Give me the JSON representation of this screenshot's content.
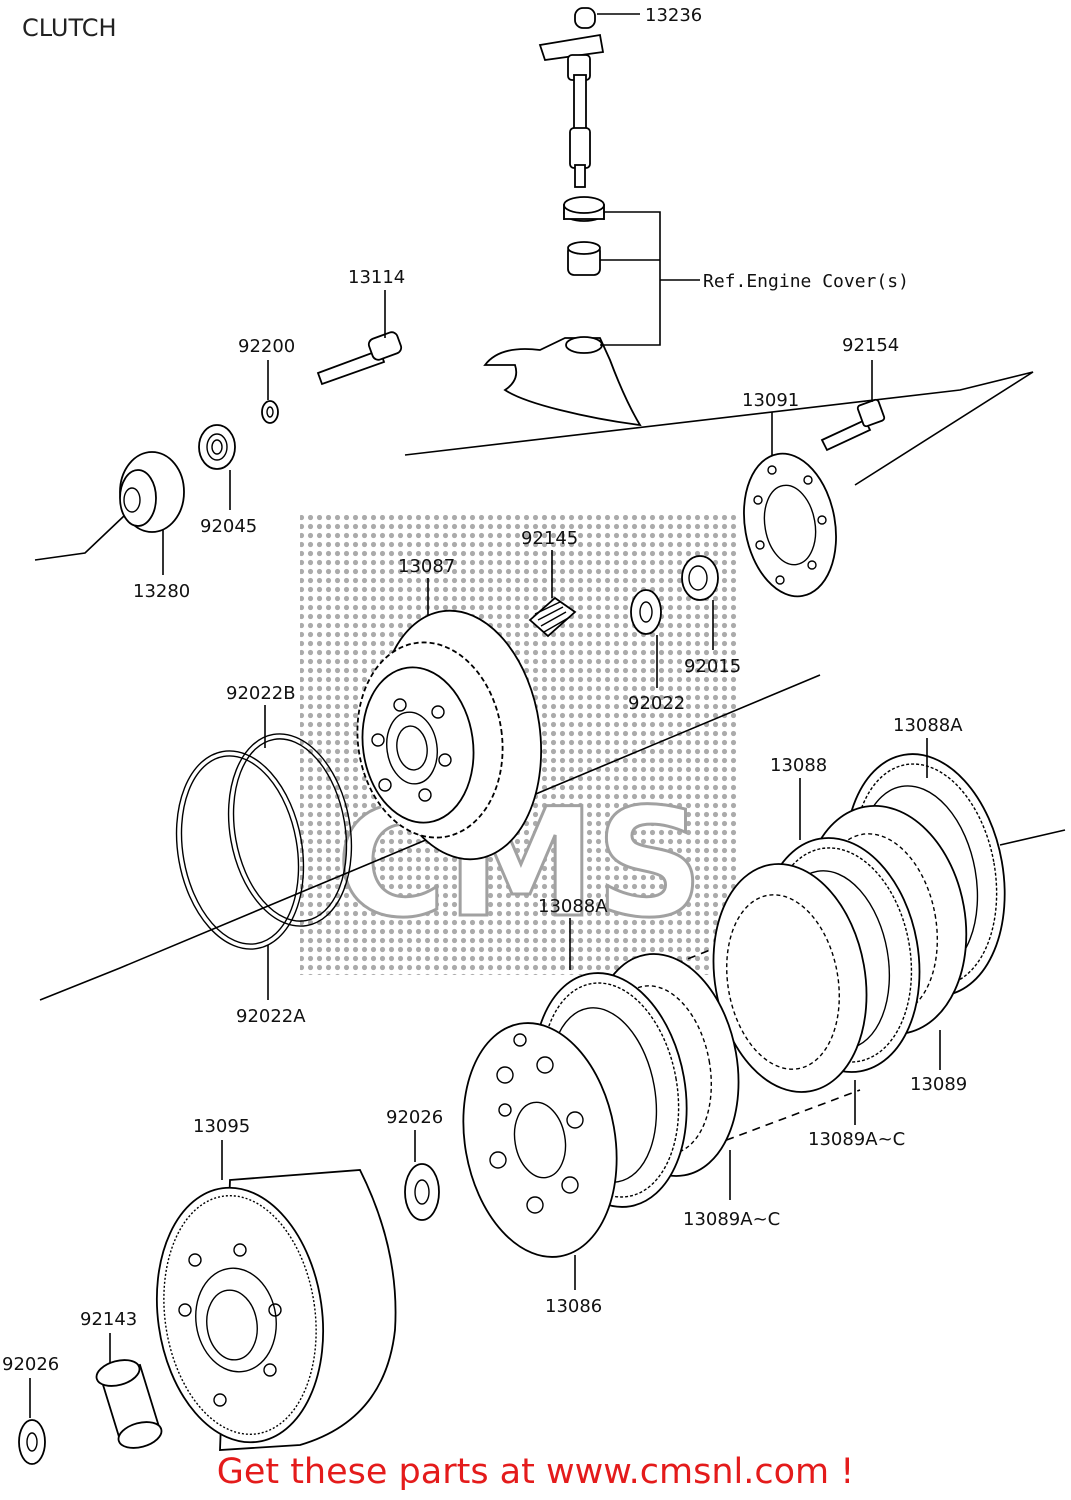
{
  "title": "CLUTCH",
  "ref_note": "Ref.Engine Cover(s)",
  "watermark": "CMS",
  "footer": "Get these parts at www.cmsnl.com !",
  "labels": {
    "p13236": "13236",
    "p13114": "13114",
    "p92200": "92200",
    "p92154": "92154",
    "p13091": "13091",
    "p92045": "92045",
    "p13280": "13280",
    "p92145": "92145",
    "p13087": "13087",
    "p92015": "92015",
    "p92022": "92022",
    "p92022B": "92022B",
    "p13088A_top": "13088A",
    "p13088": "13088",
    "p13088A_mid": "13088A",
    "p92022A": "92022A",
    "p13089": "13089",
    "p13089AC_1": "13089A~C",
    "p13089AC_2": "13089A~C",
    "p92026_mid": "92026",
    "p13095": "13095",
    "p13086": "13086",
    "p92143": "92143",
    "p92026_left": "92026"
  }
}
